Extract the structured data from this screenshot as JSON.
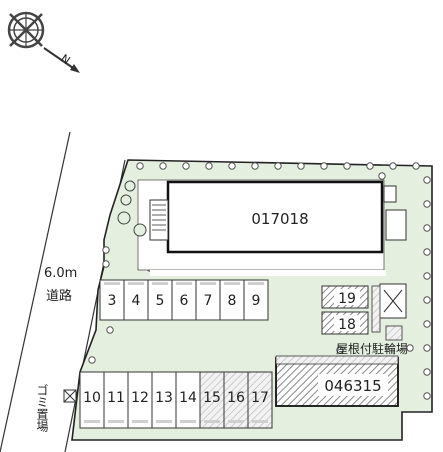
{
  "compass": {
    "north_label": "N",
    "icon": "compass-rose-icon"
  },
  "buildings": [
    {
      "id": "017018"
    },
    {
      "id": "046315"
    }
  ],
  "parking_upper": [
    "3",
    "4",
    "5",
    "6",
    "7",
    "8",
    "9"
  ],
  "parking_lower": [
    "10",
    "11",
    "12",
    "13",
    "14",
    "15",
    "16",
    "17"
  ],
  "parking_side": [
    "19",
    "18"
  ],
  "road": {
    "width": "6.0m",
    "name": "道路"
  },
  "bicycle_parking": "屋根付駐輪場",
  "garbage": "ゴミ置場",
  "colors": {
    "green_area": "#e4efdf",
    "building_outline": "#111111",
    "hatch": "#9a9a9a"
  }
}
